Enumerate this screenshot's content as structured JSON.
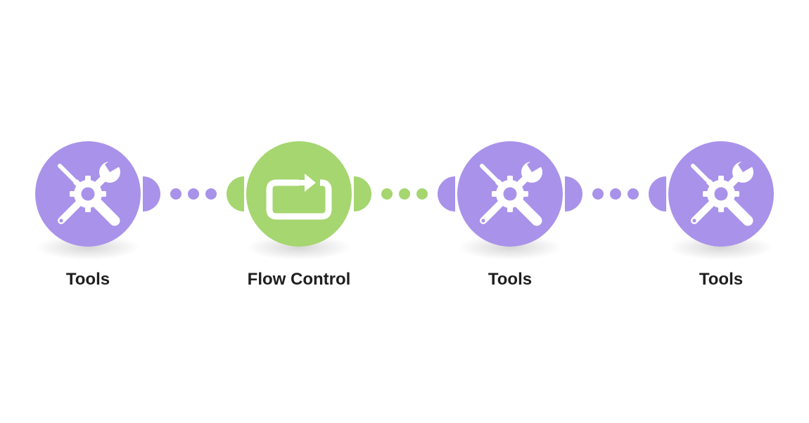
{
  "scenario": {
    "modules": [
      {
        "label": "Tools",
        "icon": "tools-icon",
        "color": "#a992ea"
      },
      {
        "label": "Flow Control",
        "icon": "repeat-icon",
        "color": "#a5d66f"
      },
      {
        "label": "Tools",
        "icon": "tools-icon",
        "color": "#a992ea"
      },
      {
        "label": "Tools",
        "icon": "tools-icon",
        "color": "#a992ea"
      }
    ],
    "connectors": [
      {
        "color": "#a992ea"
      },
      {
        "color": "#a5d66f"
      },
      {
        "color": "#a992ea"
      }
    ]
  }
}
